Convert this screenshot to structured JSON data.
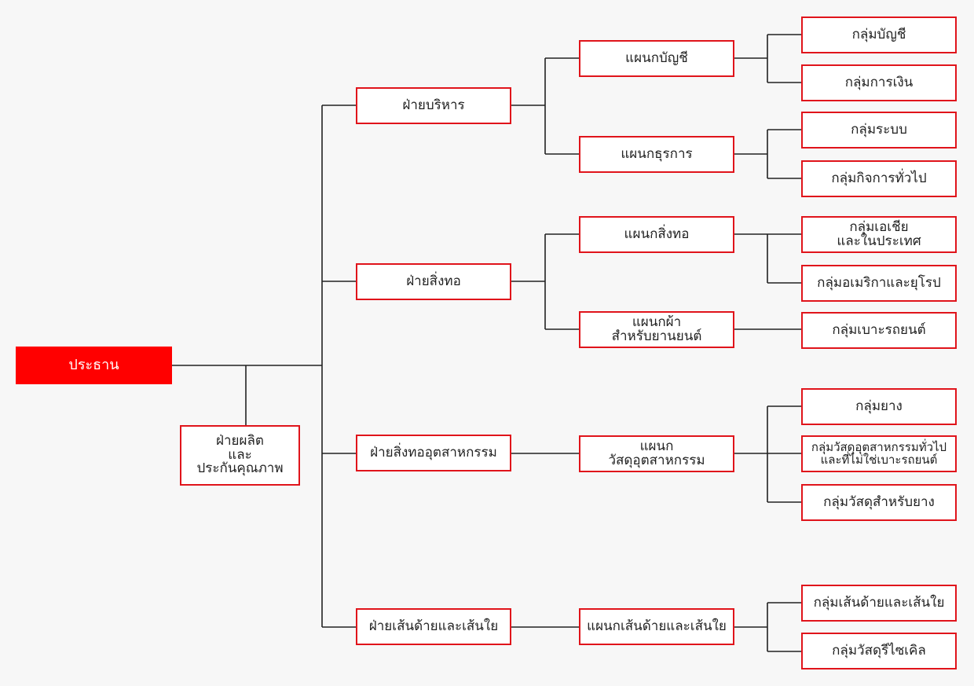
{
  "org": {
    "root": "ประธาน",
    "quality": "ฝ่ายผลิต\nและ\nประกันคุณภาพ",
    "divisions": [
      "ฝ่ายบริหาร",
      "ฝ่ายสิ่งทอ",
      "ฝ่ายสิ่งทออุตสาหกรรม",
      "ฝ่ายเส้นด้ายและเส้นใย"
    ],
    "departments": [
      "แผนกบัญชี",
      "แผนกธุรการ",
      "แผนกสิ่งทอ",
      "แผนกผ้า\nสำหรับยานยนต์",
      "แผนก\nวัสดุอุตสาหกรรม",
      "แผนกเส้นด้ายและเส้นใย"
    ],
    "groups": [
      "กลุ่มบัญชี",
      "กลุ่มการเงิน",
      "กลุ่มระบบ",
      "กลุ่มกิจการทั่วไป",
      "กลุ่มเอเชีย\nและในประเทศ",
      "กลุ่มอเมริกาและยุโรป",
      "กลุ่มเบาะรถยนต์",
      "กลุ่มยาง",
      "กลุ่มวัสดุอุตสาหกรรมทั่วไป\nและที่ไม่ใช่เบาะรถยนต์",
      "กลุ่มวัสดุสำหรับยาง",
      "กลุ่มเส้นด้ายและเส้นใย",
      "กลุ่มวัสดุรีไซเคิล"
    ]
  },
  "colors": {
    "accent": "#ff0000",
    "border": "#e0141b",
    "line": "#222222"
  }
}
